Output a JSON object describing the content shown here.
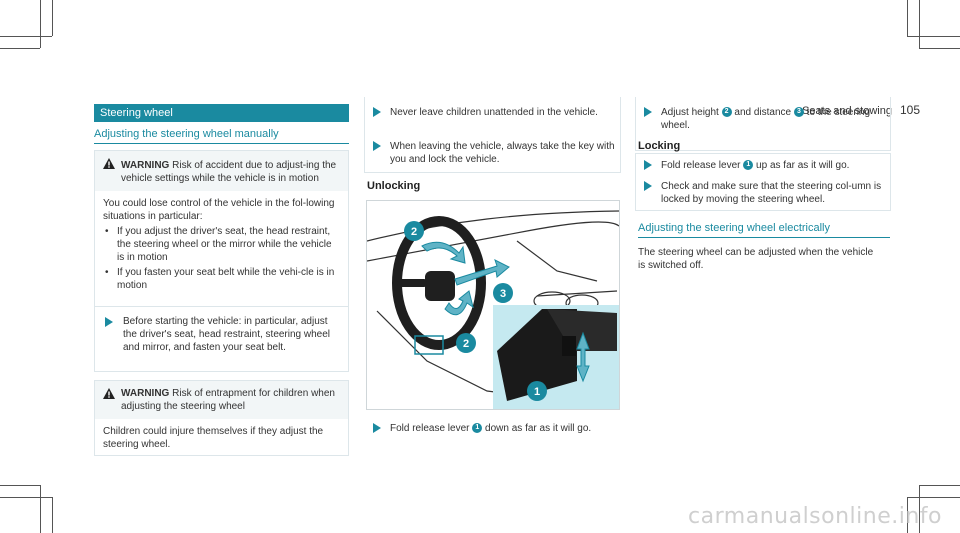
{
  "header": {
    "section": "Seats and stowing",
    "page": "105"
  },
  "left": {
    "section_title": "Steering wheel",
    "subtitle": "Adjusting the steering wheel manually",
    "warning1": {
      "label": "WARNING",
      "title": "Risk of accident due to adjust-ing the vehicle settings while the vehicle is in motion",
      "intro": "You could lose control of the vehicle in the fol-lowing situations in particular:",
      "bullets": [
        "If you adjust the driver's seat, the head restraint, the steering wheel or the mirror while the vehicle is in motion",
        "If you fasten your seat belt while the vehi-cle is in motion"
      ],
      "step": "Before starting the vehicle: in particular, adjust the driver's seat, head restraint, steering wheel and mirror, and fasten your seat belt."
    },
    "warning2": {
      "label": "WARNING",
      "title": "Risk of entrapment for children when adjusting the steering wheel",
      "body": "Children could injure themselves if they adjust the steering wheel."
    }
  },
  "middle": {
    "steps": [
      "Never leave children unattended in the vehicle.",
      "When leaving the vehicle, always take the key with you and lock the vehicle."
    ],
    "unlocking_heading": "Unlocking",
    "figure_labels": [
      "2",
      "3",
      "2",
      "1"
    ],
    "unlock_step_before": "Fold release lever",
    "unlock_step_num": "1",
    "unlock_step_after": "down as far as it will go."
  },
  "right": {
    "adjust_step_a": "Adjust height",
    "adjust_num_a": "2",
    "adjust_step_b": "and distance",
    "adjust_num_b": "3",
    "adjust_step_c": "to the steering wheel.",
    "locking_heading": "Locking",
    "lock_step_before": "Fold release lever",
    "lock_step_num": "1",
    "lock_step_after": "up as far as it will go.",
    "check_step": "Check and make sure that the steering col-umn is locked by moving the steering wheel.",
    "subtitle2": "Adjusting the steering wheel electrically",
    "para": "The steering wheel can be adjusted when the vehicle is switched off."
  },
  "watermark": "carmanualsonline.info",
  "colors": {
    "accent": "#1a8aa0"
  }
}
